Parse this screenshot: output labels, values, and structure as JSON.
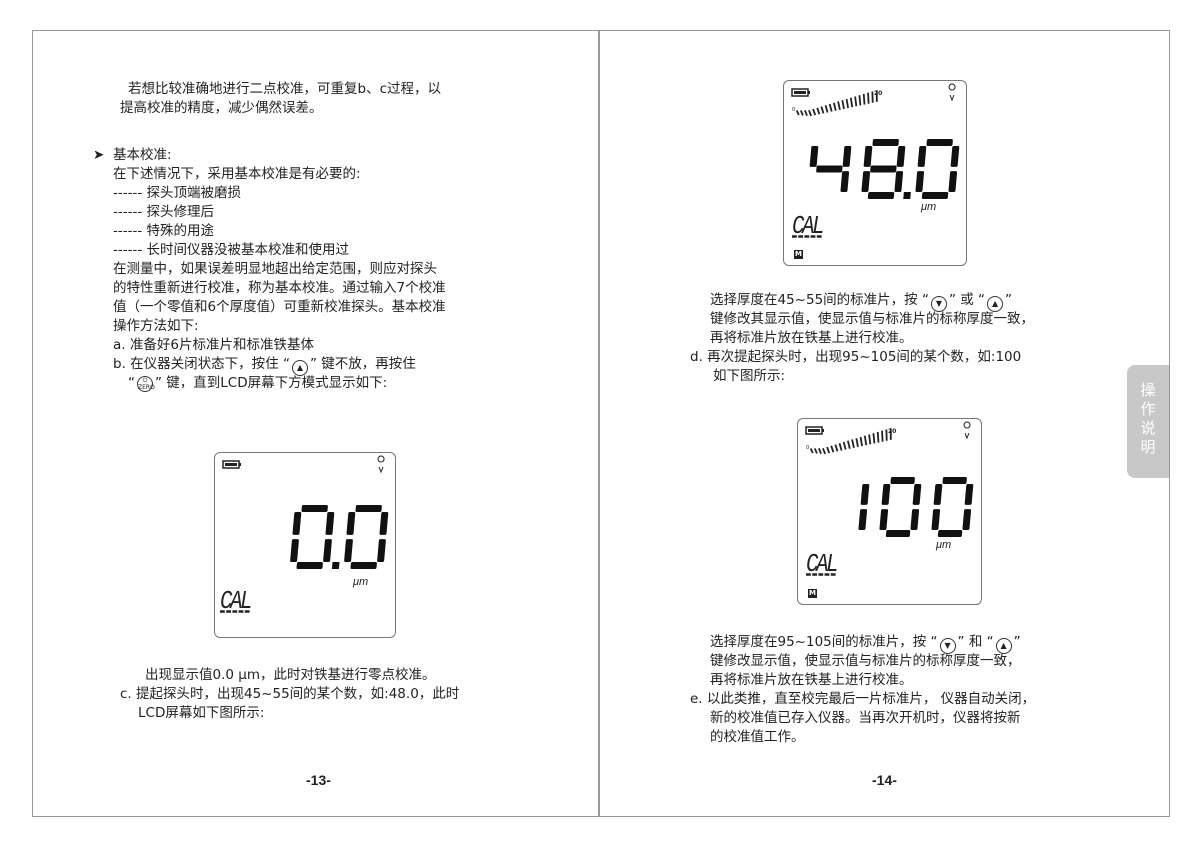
{
  "left_page": {
    "lines": [
      "若想比较准确地进行二点校准，可重复b、c过程，以",
      "提高校准的精度，减少偶然误差。",
      "基本校准:",
      "在下述情况下，采用基本校准是有必要的:",
      "------ 探头顶端被磨损",
      "------ 探头修理后",
      "------ 特殊的用途",
      "------ 长时间仪器没被基本校准和使用过",
      "在测量中，如果误差明显地超出给定范围，则应对探头",
      "的特性重新进行校准，称为基本校准。通过输入7个校准",
      "值（一个零值和6个厚度值）可重新校准探头。基本校准",
      "操作方法如下:",
      "a. 准备好6片标准片和标准铁基体"
    ],
    "line_b_pre": "b. 在仪器关闭状态下，按住 “",
    "line_b_post": "” 键不放，再按住",
    "line_zero_pre": "“",
    "line_zero_post": "” 键，直到LCD屏幕下方模式显示如下:",
    "zero_key_label": "ZERO",
    "after_lines": [
      "出现显示值0.0 μm，此时对铁基进行零点校准。",
      "c. 提起探头时，出现45~55间的某个数，如:48.0，此时",
      "LCD屏幕如下图所示:"
    ],
    "page_number": "-13-",
    "lcd": {
      "value": "0.0",
      "unit": "μm",
      "mode": "CAL"
    }
  },
  "right_page": {
    "lcd1": {
      "value": "48.0",
      "unit": "μm",
      "mode": "CAL",
      "badge": "M",
      "scale_min": "0",
      "scale_max": "20"
    },
    "block1": {
      "l1_pre": "选择厚度在45~55间的标准片，按 “",
      "l1_mid": "” 或 “",
      "l1_post": "”",
      "l2": "键修改其显示值，使显示值与标准片的标称厚度一致，",
      "l3": "再将标准片放在铁基上进行校准。",
      "l4": "d. 再次提起探头时，出现95~105间的某个数，如:100",
      "l5": "如下图所示:"
    },
    "lcd2": {
      "value": "100",
      "unit": "μm",
      "mode": "CAL",
      "badge": "M",
      "scale_min": "0",
      "scale_max": "20"
    },
    "block2": {
      "l1_pre": "选择厚度在95~105间的标准片，按 “",
      "l1_mid": "” 和 “",
      "l1_post": "”",
      "l2": "键修改显示值，使显示值与标准片的标称厚度一致，",
      "l3": "再将标准片放在铁基上进行校准。",
      "l4": "e. 以此类推，直至校完最后一片标准片， 仪器自动关闭，",
      "l5": "新的校准值已存入仪器。当再次开机时，仪器将按新",
      "l6": "的校准值工作。"
    },
    "page_number": "-14-",
    "side_tab": [
      "操",
      "作",
      "说",
      "明"
    ]
  },
  "icons": {
    "up": "▲",
    "down": "▼",
    "power": "⏻"
  }
}
